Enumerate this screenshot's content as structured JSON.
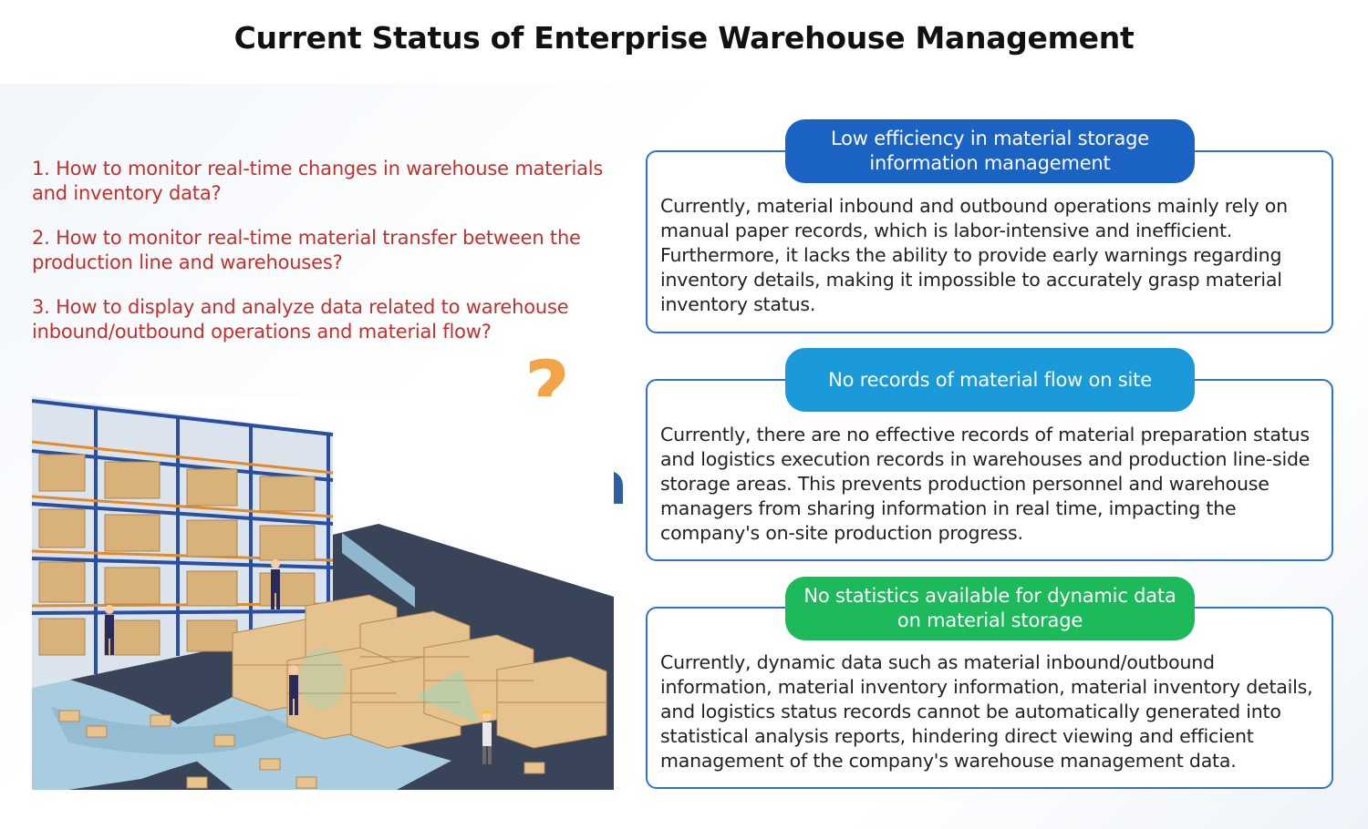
{
  "title": "Current Status of Enterprise Warehouse Management",
  "questions": [
    "1. How to monitor real-time changes in warehouse materials and inventory data?",
    "2. How to monitor real-time material transfer between the production line and warehouses?",
    "3. How to display and analyze data related to warehouse inbound/outbound operations and material flow?"
  ],
  "panels": [
    {
      "badge": "Low efficiency in material storage information management",
      "badge_color": "#1b63c2",
      "text": "Currently, material inbound and outbound operations mainly rely on manual paper records, which is labor-intensive and inefficient. Furthermore, it lacks the ability to provide early warnings regarding inventory details, making it impossible to accurately grasp material inventory status."
    },
    {
      "badge": "No records of material flow on site",
      "badge_color": "#1a9ad8",
      "text": "Currently, there are no effective records of material preparation status and logistics execution records in warehouses and production line-side storage areas. This prevents production personnel and warehouse managers from sharing information in real time, impacting the company's on-site production progress."
    },
    {
      "badge": "No statistics available for dynamic data on material storage",
      "badge_color": "#1cba5a",
      "text": "Currently, dynamic data such as material inbound/outbound information, material inventory information, material inventory details, and logistics status records cannot be automatically generated into statistical analysis reports, hindering direct viewing and efficient management of the company's warehouse management data."
    }
  ],
  "question_color": "#c4302b",
  "panel_border_color": "#2f74c8",
  "icons": [
    "question-mark-icon",
    "manager-avatar-icon",
    "warehouse-illustration"
  ]
}
